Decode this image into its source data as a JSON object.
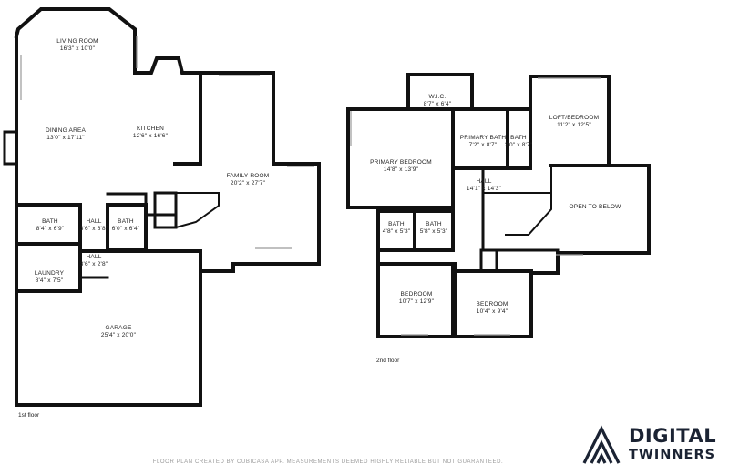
{
  "floors": [
    {
      "caption": "1st floor",
      "rooms": [
        {
          "name": "LIVING ROOM",
          "dims": "16'3\" x 10'0\""
        },
        {
          "name": "DINING AREA",
          "dims": "13'0\" x 17'11\""
        },
        {
          "name": "KITCHEN",
          "dims": "12'6\" x 16'6\""
        },
        {
          "name": "FAMILY ROOM",
          "dims": "20'2\" x 27'7\""
        },
        {
          "name": "BATH",
          "dims": "8'4\" x 6'9\""
        },
        {
          "name": "HALL",
          "dims": "3'6\" x 6'8\""
        },
        {
          "name": "BATH",
          "dims": "6'0\" x 6'4\""
        },
        {
          "name": "HALL",
          "dims": "3'6\" x 2'8\""
        },
        {
          "name": "LAUNDRY",
          "dims": "8'4\" x 7'5\""
        },
        {
          "name": "GARAGE",
          "dims": "25'4\" x 20'0\""
        }
      ]
    },
    {
      "caption": "2nd floor",
      "rooms": [
        {
          "name": "W.I.C.",
          "dims": "8'7\" x 6'4\""
        },
        {
          "name": "LOFT/BEDROOM",
          "dims": "11'2\" x 12'5\""
        },
        {
          "name": "PRIMARY BATH",
          "dims": "7'2\" x 8'7\""
        },
        {
          "name": "BATH",
          "dims": "3'0\" x 8'7\""
        },
        {
          "name": "PRIMARY BEDROOM",
          "dims": "14'8\" x 13'9\""
        },
        {
          "name": "HALL",
          "dims": "14'1\" x 14'3\""
        },
        {
          "name": "OPEN TO BELOW",
          "dims": ""
        },
        {
          "name": "BATH",
          "dims": "4'8\" x 5'3\""
        },
        {
          "name": "BATH",
          "dims": "5'8\" x 5'3\""
        },
        {
          "name": "BEDROOM",
          "dims": "10'7\" x 12'9\""
        },
        {
          "name": "BEDROOM",
          "dims": "10'4\" x 9'4\""
        }
      ]
    }
  ],
  "disclaimer": "FLOOR PLAN CREATED BY CUBICASA APP. MEASUREMENTS DEEMED HIGHLY RELIABLE BUT NOT GUARANTEED.",
  "brand": {
    "line1": "DIGITAL",
    "line2": "TWINNERS",
    "color": "#1b2333"
  },
  "colors": {
    "wall": "#111111",
    "window": "#9a9a9a"
  }
}
